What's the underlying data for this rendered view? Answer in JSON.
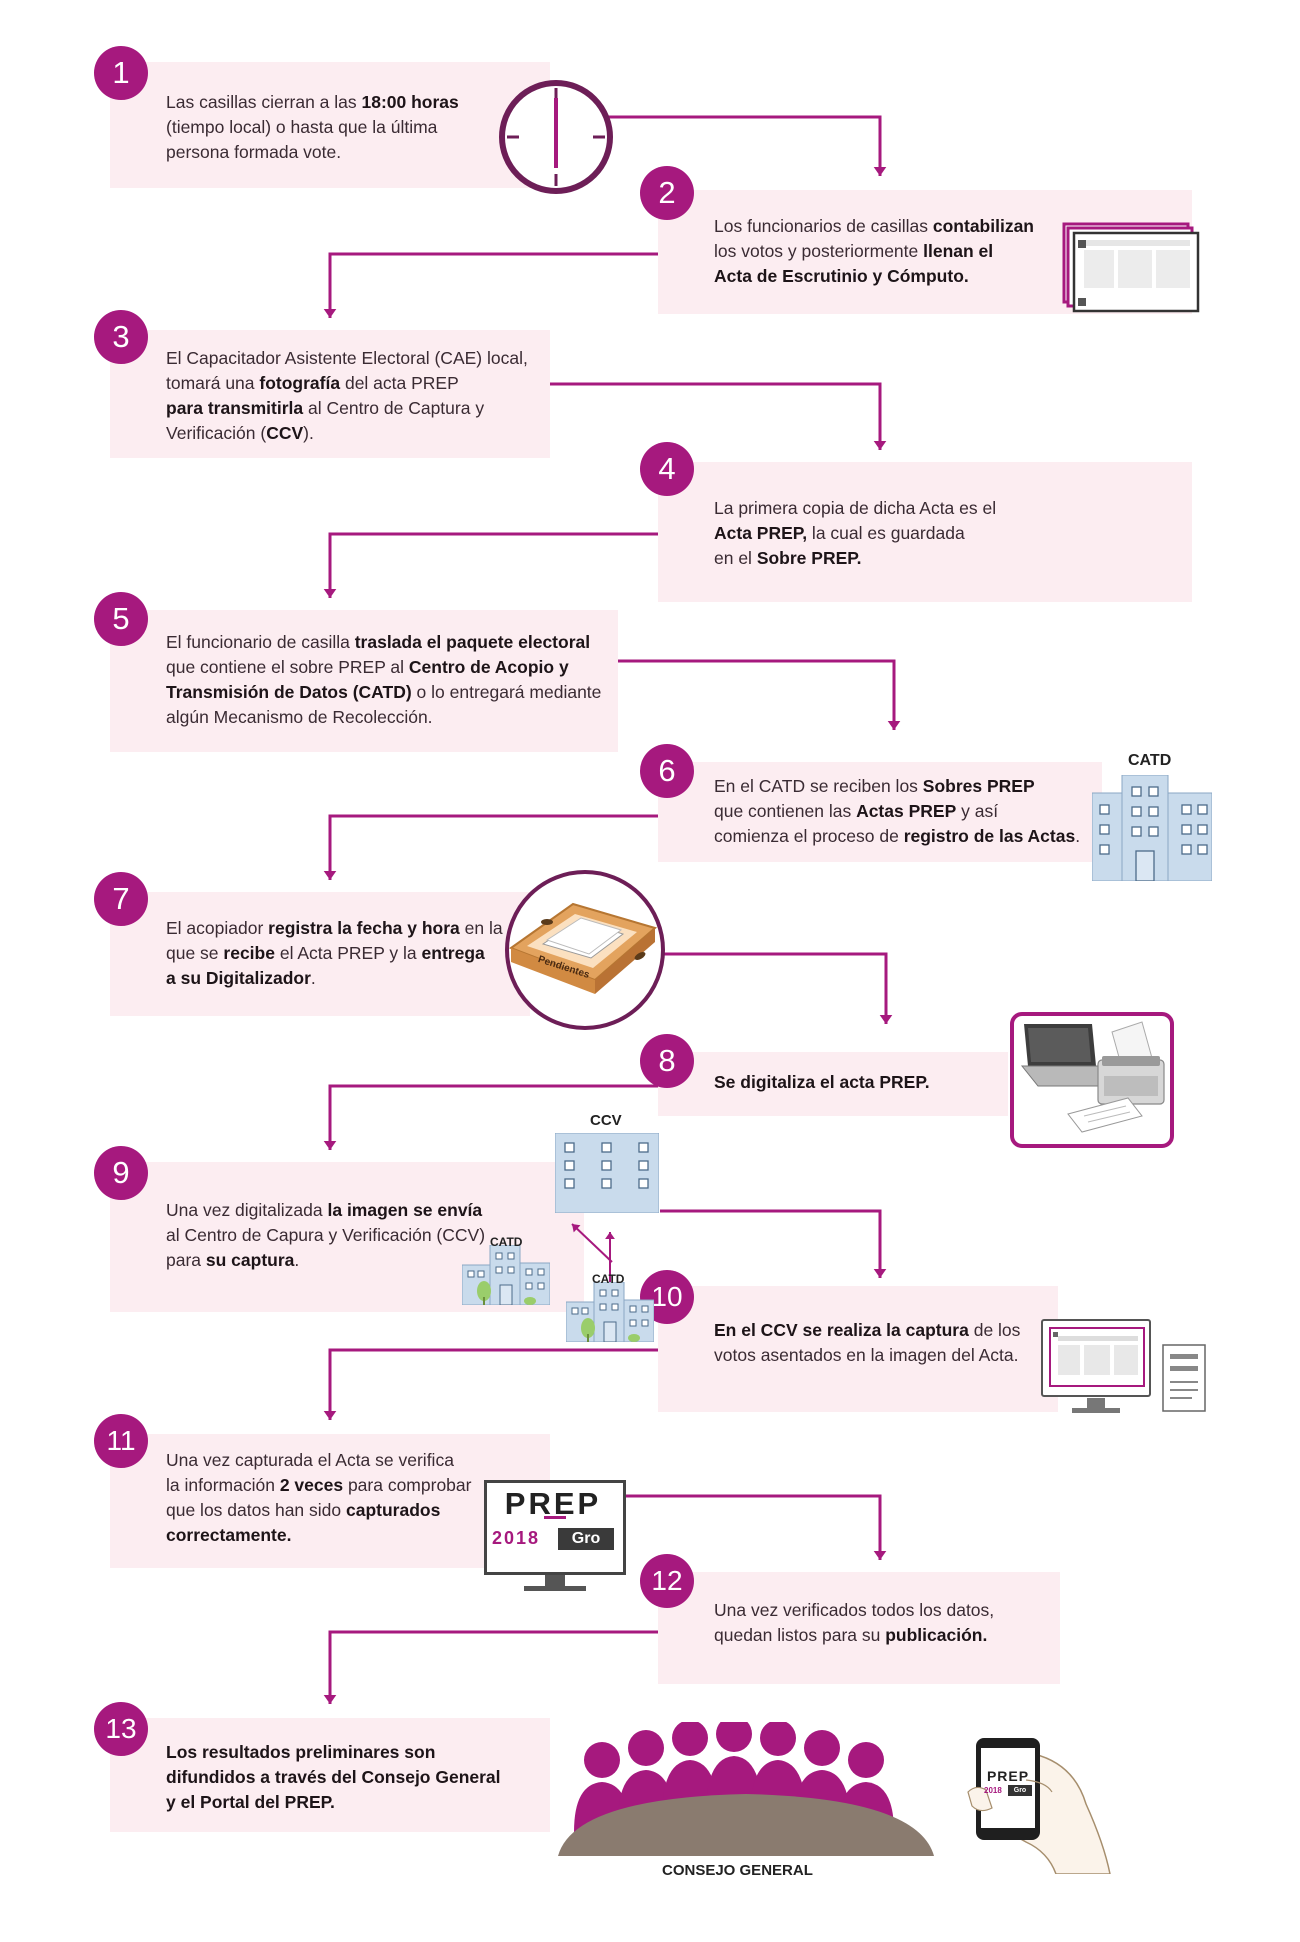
{
  "colors": {
    "accent": "#a6197e",
    "box": "#fcedf1",
    "text": "#3a2b33",
    "building": "#c9dbec",
    "table": "#8a7b6f"
  },
  "steps": [
    {
      "n": "1",
      "parts": [
        [
          "Las casillas cierran a las ",
          false
        ],
        [
          "18:00 horas",
          true
        ],
        [
          "\n(tiempo local) o hasta que la última\npersona formada vote.",
          false
        ]
      ]
    },
    {
      "n": "2",
      "parts": [
        [
          "Los funcionarios de casillas ",
          false
        ],
        [
          "contabilizan",
          true
        ],
        [
          "\nlos votos y posteriormente ",
          false
        ],
        [
          "llenan el\nActa de Escrutinio y Cómputo.",
          true
        ]
      ]
    },
    {
      "n": "3",
      "parts": [
        [
          "El Capacitador Asistente Electoral (CAE) local,\ntomará una ",
          false
        ],
        [
          "fotografía",
          true
        ],
        [
          " del acta PREP\n",
          false
        ],
        [
          "para transmitirla",
          true
        ],
        [
          " al Centro de Captura y\nVerificación (",
          false
        ],
        [
          "CCV",
          true
        ],
        [
          ").",
          false
        ]
      ]
    },
    {
      "n": "4",
      "parts": [
        [
          "La primera copia de dicha Acta es el\n",
          false
        ],
        [
          "Acta PREP,",
          true
        ],
        [
          " la cual es guardada\nen el ",
          false
        ],
        [
          "Sobre PREP.",
          true
        ]
      ]
    },
    {
      "n": "5",
      "parts": [
        [
          "El funcionario de casilla ",
          false
        ],
        [
          "traslada el paquete electoral",
          true
        ],
        [
          "\nque contiene el sobre PREP al ",
          false
        ],
        [
          "Centro de Acopio y\nTransmisión de Datos (CATD)",
          true
        ],
        [
          " o lo entregará mediante\nalgún Mecanismo de Recolección.",
          false
        ]
      ]
    },
    {
      "n": "6",
      "parts": [
        [
          "En el CATD se reciben los ",
          false
        ],
        [
          "Sobres PREP",
          true
        ],
        [
          "\nque contienen las ",
          false
        ],
        [
          "Actas PREP",
          true
        ],
        [
          " y así\ncomienza el proceso de ",
          false
        ],
        [
          "registro de las Actas",
          true
        ],
        [
          ".",
          false
        ]
      ]
    },
    {
      "n": "7",
      "parts": [
        [
          "El acopiador ",
          false
        ],
        [
          "registra la fecha y hora",
          true
        ],
        [
          " en la\nque se ",
          false
        ],
        [
          "recibe",
          true
        ],
        [
          " el Acta PREP y la ",
          false
        ],
        [
          "entrega\na su Digitalizador",
          true
        ],
        [
          ".",
          false
        ]
      ]
    },
    {
      "n": "8",
      "parts": [
        [
          "Se digitaliza el acta PREP.",
          true
        ]
      ]
    },
    {
      "n": "9",
      "parts": [
        [
          "Una vez digitalizada ",
          false
        ],
        [
          "la imagen se envía",
          true
        ],
        [
          "\nal Centro de Capura y Verificación (CCV)\npara ",
          false
        ],
        [
          "su captura",
          true
        ],
        [
          ".",
          false
        ]
      ]
    },
    {
      "n": "10",
      "parts": [
        [
          "En el CCV se realiza la captura",
          true
        ],
        [
          " de los\nvotos asentados en la imagen del Acta.",
          false
        ]
      ]
    },
    {
      "n": "11",
      "parts": [
        [
          "Una vez capturada el Acta se verifica\nla información ",
          false
        ],
        [
          "2 veces",
          true
        ],
        [
          " para comprobar\nque los datos han sido ",
          false
        ],
        [
          "capturados\ncorrectamente.",
          true
        ]
      ]
    },
    {
      "n": "12",
      "parts": [
        [
          "Una vez verificados todos los datos,\nquedan listos para su ",
          false
        ],
        [
          "publicación.",
          true
        ]
      ]
    },
    {
      "n": "13",
      "parts": [
        [
          "Los resultados preliminares son\ndifundidos a través del Consejo General\ny el Portal del PREP.",
          true
        ]
      ]
    }
  ],
  "labels": {
    "catd_6": "CATD",
    "ccv": "CCV",
    "catd_left": "CATD",
    "catd_right": "CATD",
    "tray": "Pendientes",
    "consejo": "CONSEJO GENERAL",
    "prep_word": "PREP",
    "prep_year": "2018",
    "prep_state": "Gro",
    "phone_word": "PREP",
    "phone_year": "2018",
    "phone_state": "Gro"
  },
  "icons": [
    "clock-icon",
    "acta-stack-icon",
    "building-catd-icon",
    "tray-icon",
    "scanner-icon",
    "building-ccv-icon",
    "building-catd-small-icon",
    "monitor-acta-icon",
    "document-icon",
    "prep-monitor-icon",
    "people-icon",
    "phone-hand-icon"
  ]
}
